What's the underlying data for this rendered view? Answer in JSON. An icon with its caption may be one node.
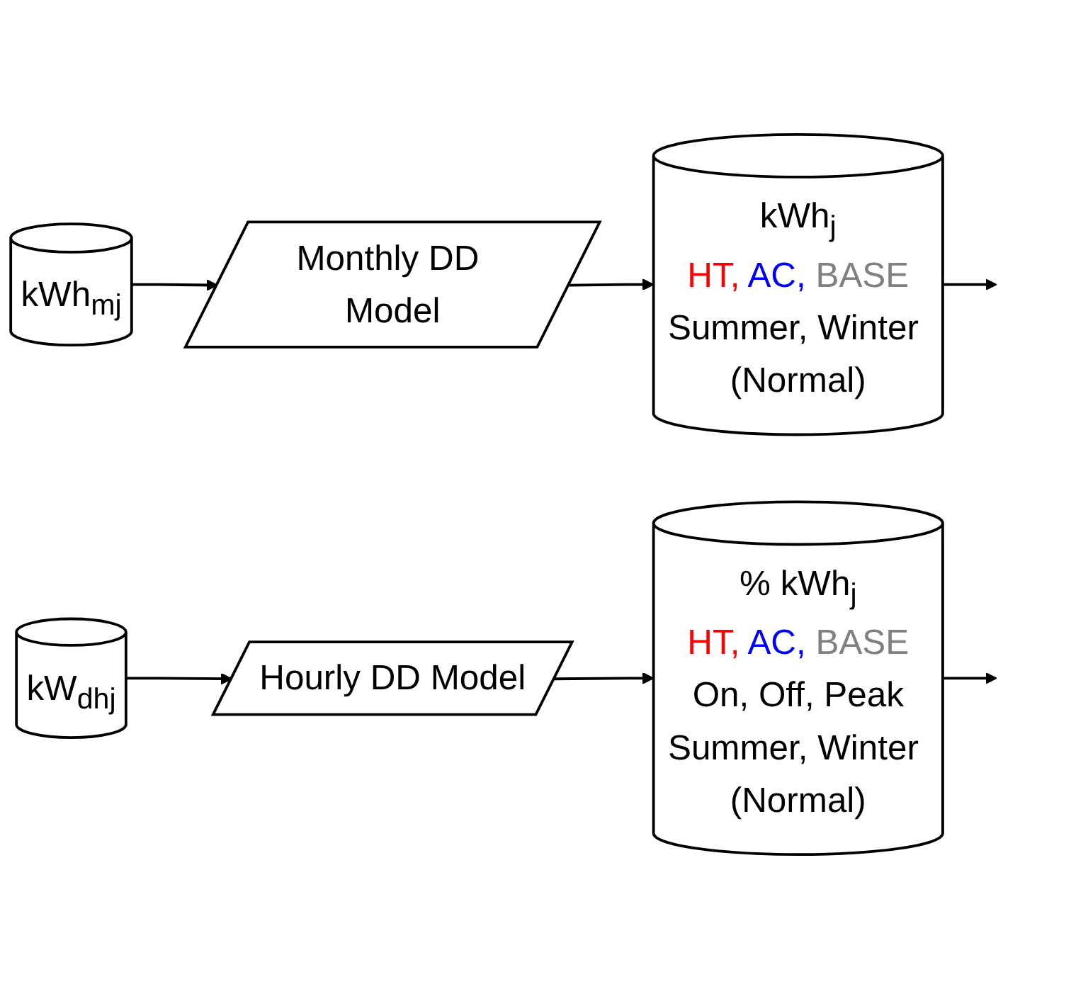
{
  "diagram": {
    "nodes": [
      {
        "text": [
          "kWh$_{mj}$"
        ]
      },
      {
        "text": [
          "Monthly DD Model"
        ]
      },
      {
        "text": [
          "kWh$_{j}$",
          "HT, AC, BASE",
          "Summer, Winter (Normal)"
        ]
      },
      {
        "text": [
          "kW$_{dhj}$"
        ]
      },
      {
        "text": [
          "Hourly DD Model"
        ]
      },
      {
        "text": [
          "% kWh$_{j}$",
          "HT, AC, BASE",
          "On, Off, Peak",
          "Summer, Winter (Normal)"
        ]
      }
    ],
    "edges": [
      {
        "from": 0,
        "to": 1,
        "arrow": "to"
      },
      {
        "from": 1,
        "to": 2,
        "arrow": "to"
      },
      {
        "from": 2,
        "to": null,
        "arrow": "to"
      },
      {
        "from": 3,
        "to": 4,
        "arrow": "to"
      },
      {
        "from": 4,
        "to": 5,
        "arrow": "to"
      },
      {
        "from": 5,
        "to": null,
        "arrow": "to"
      }
    ]
  }
}
